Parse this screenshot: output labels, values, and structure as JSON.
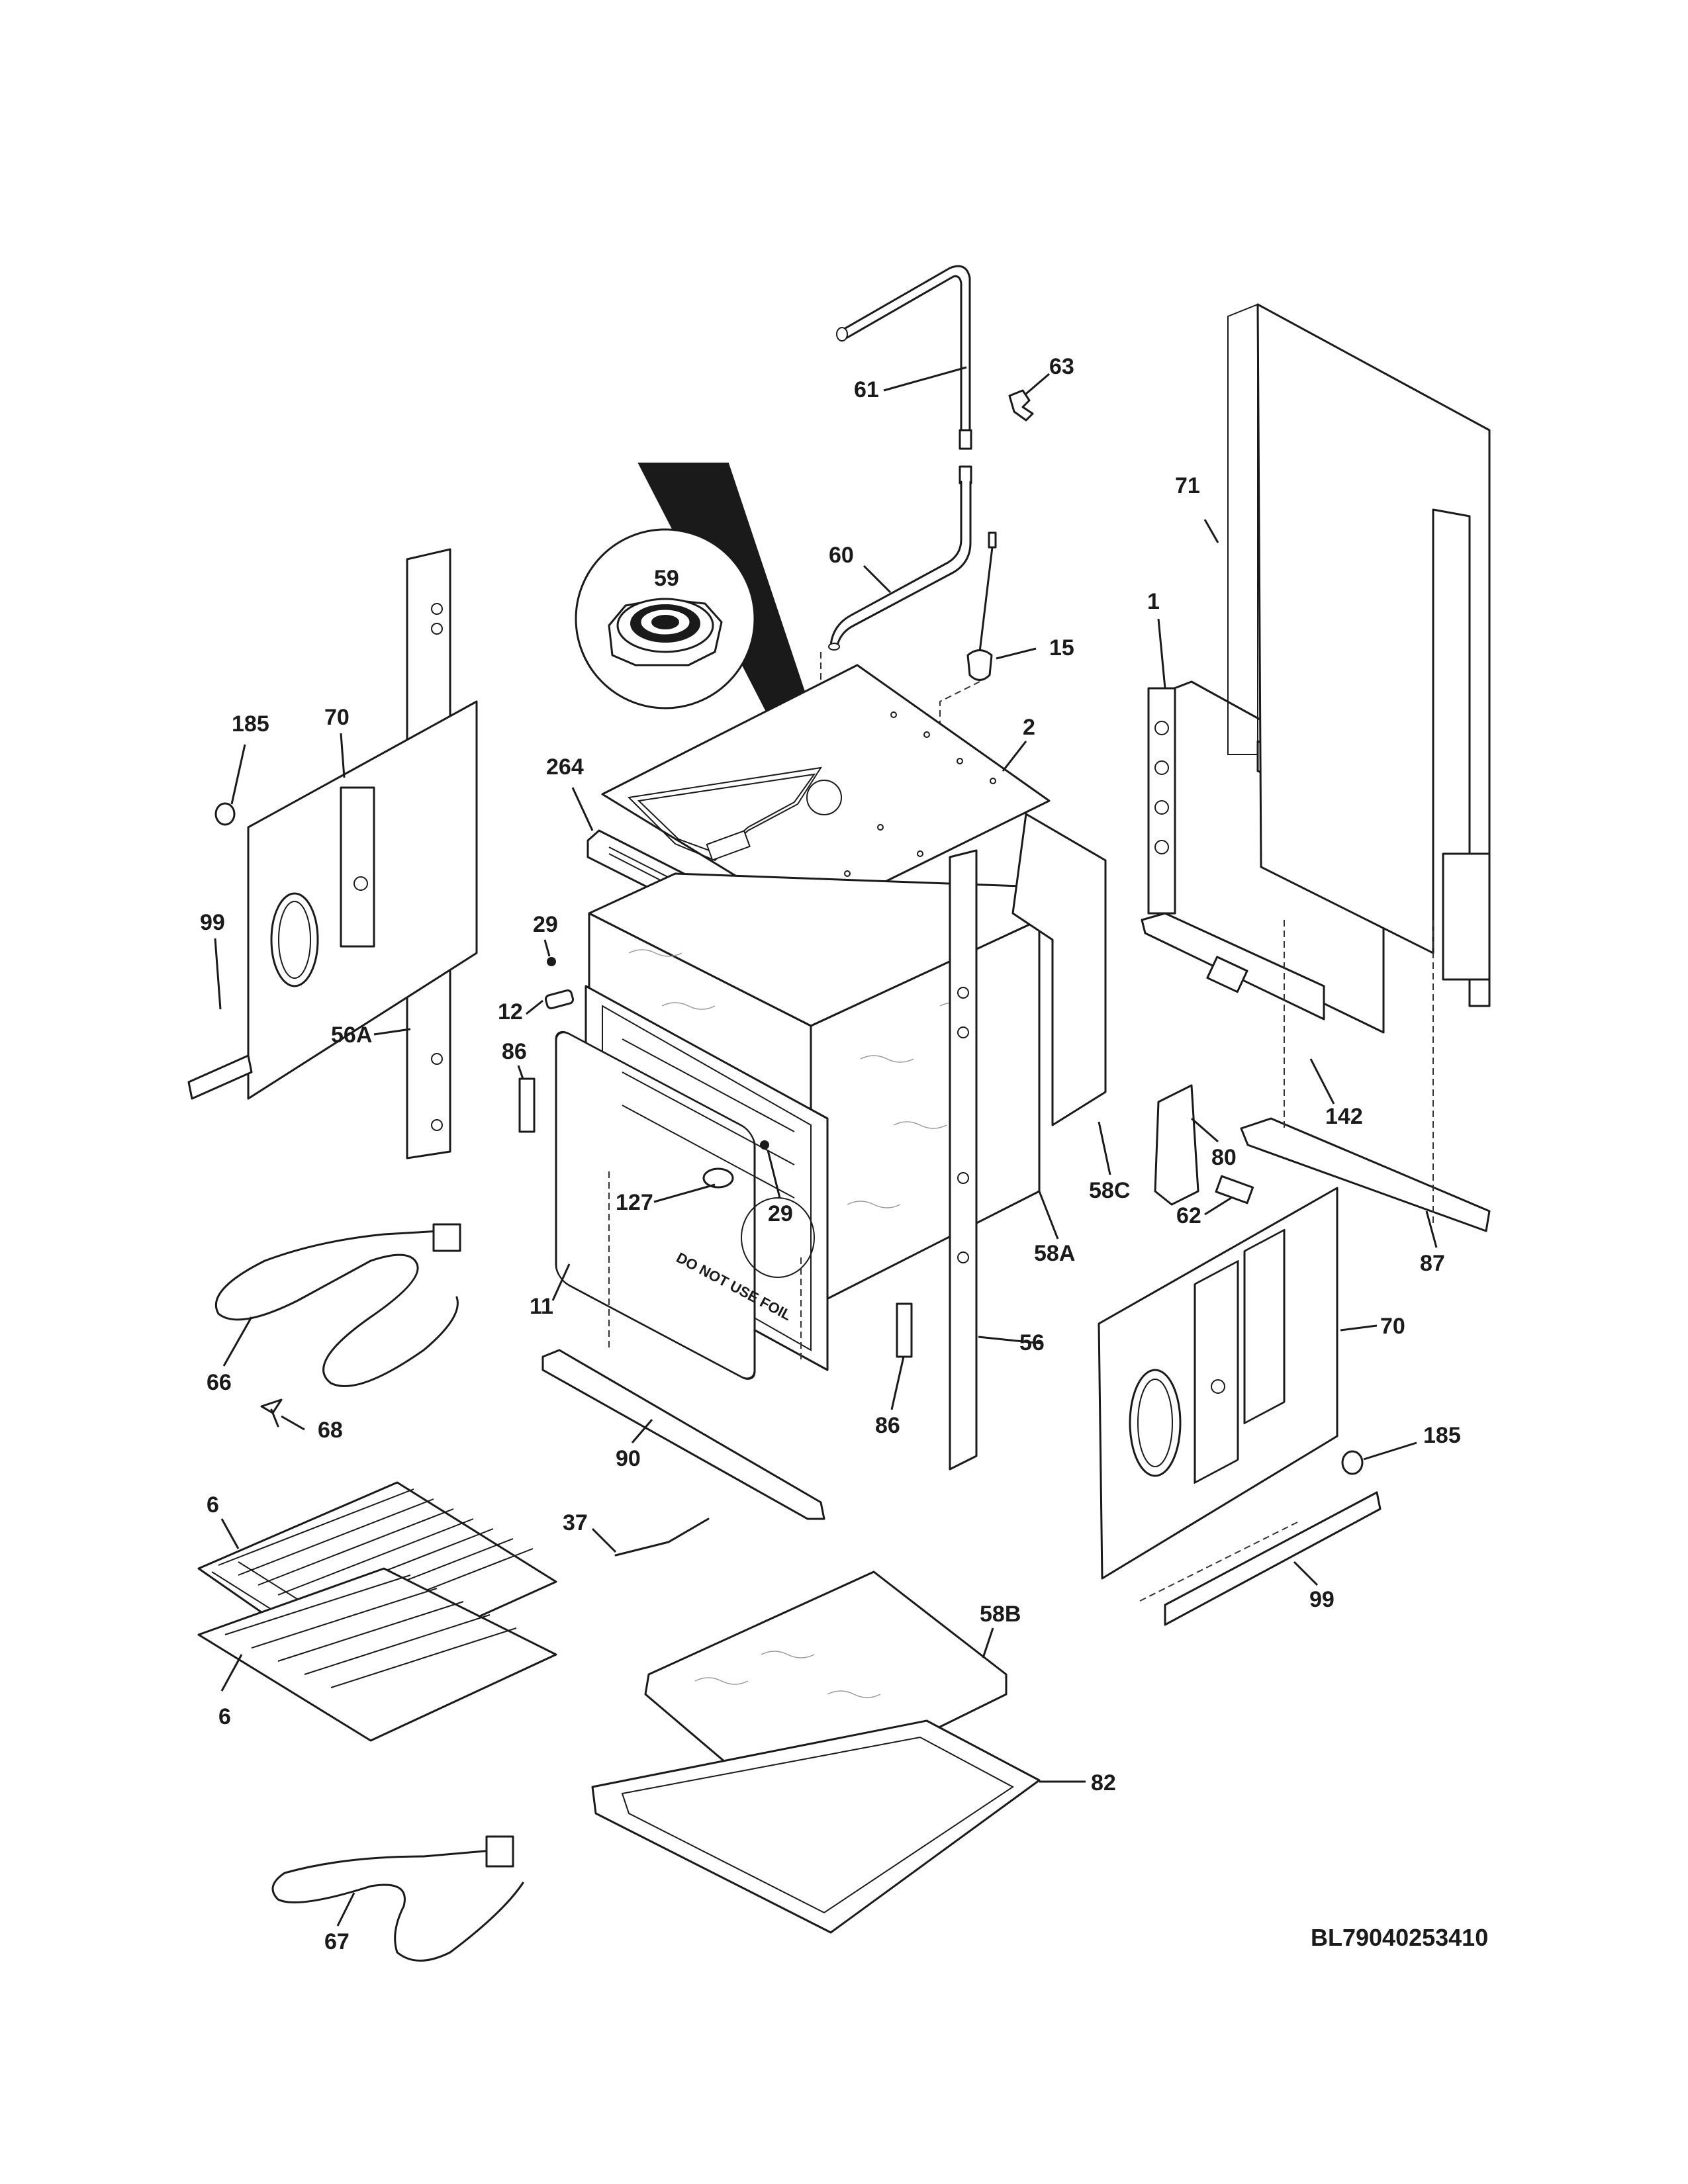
{
  "drawing_code": "BL79040253410",
  "printed_text": "DO NOT USE FOIL",
  "labels": {
    "p59": "59",
    "p61": "61",
    "p63": "63",
    "p60": "60",
    "p15": "15",
    "p71": "71",
    "p1": "1",
    "p2": "2",
    "p264": "264",
    "p185_left": "185",
    "p70_left": "70",
    "p99_left": "99",
    "p56A": "56A",
    "p29_top": "29",
    "p12": "12",
    "p86_left": "86",
    "p127": "127",
    "p29_inner": "29",
    "p11": "11",
    "p66": "66",
    "p68": "68",
    "p90": "90",
    "p86_right": "86",
    "p56": "56",
    "p58A": "58A",
    "p58C": "58C",
    "p142": "142",
    "p80": "80",
    "p62": "62",
    "p87": "87",
    "p70_right": "70",
    "p185_right": "185",
    "p99_right": "99",
    "p6_top": "6",
    "p6_bottom": "6",
    "p37": "37",
    "p58B": "58B",
    "p82": "82",
    "p67": "67"
  }
}
